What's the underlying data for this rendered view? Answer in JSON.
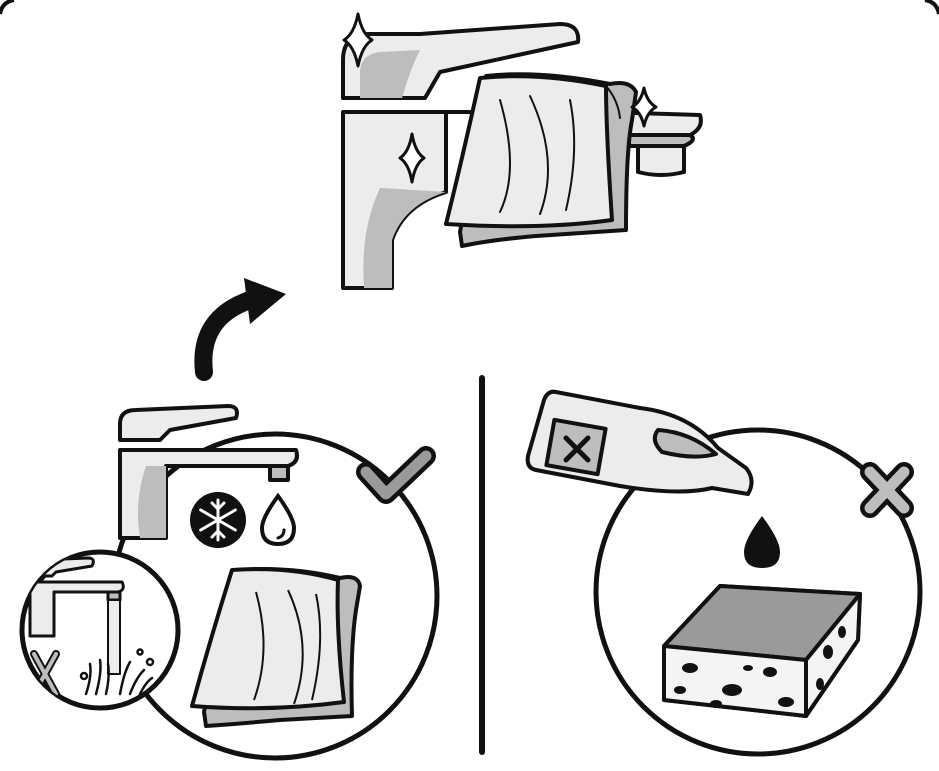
{
  "diagram": {
    "sections": [
      {
        "id": "result",
        "description_icons": [
          "faucet-icon",
          "cloth-icon",
          "sparkle-icon"
        ]
      },
      {
        "id": "do",
        "description_icons": [
          "faucet-icon",
          "cold-icon",
          "water-drop-icon",
          "cloth-icon",
          "check-icon"
        ]
      },
      {
        "id": "do-not",
        "description_icons": [
          "cleaner-bottle-icon",
          "drop-icon",
          "sponge-icon",
          "cross-icon"
        ]
      }
    ],
    "colors": {
      "stroke": "#111111",
      "light_fill": "#ececec",
      "mid_fill": "#bdbdbd",
      "dark_fill": "#9a9a9a",
      "background": "#ffffff"
    }
  }
}
